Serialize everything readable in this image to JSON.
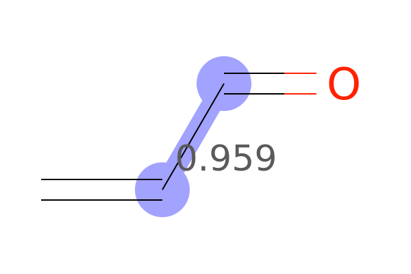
{
  "molecule": {
    "atoms": [
      {
        "id": "a0",
        "element": "C",
        "label": ""
      },
      {
        "id": "a1",
        "element": "C",
        "label": ""
      },
      {
        "id": "a2",
        "element": "C",
        "label": ""
      },
      {
        "id": "a3",
        "element": "O",
        "label": "O"
      }
    ],
    "bonds": [
      {
        "from": "a0",
        "to": "a1",
        "order": 2
      },
      {
        "from": "a1",
        "to": "a2",
        "order": 1
      },
      {
        "from": "a2",
        "to": "a3",
        "order": 2
      }
    ],
    "highlight": {
      "atoms": [
        "a1",
        "a2"
      ],
      "bonds": [
        [
          "a1",
          "a2"
        ]
      ],
      "color": "#a2a2ff"
    },
    "score": "0.959",
    "colors": {
      "bond": "#000000",
      "oxygen": "#ff2200",
      "score_text": "#5a5a5a",
      "highlight": "#a2a2ff"
    }
  }
}
